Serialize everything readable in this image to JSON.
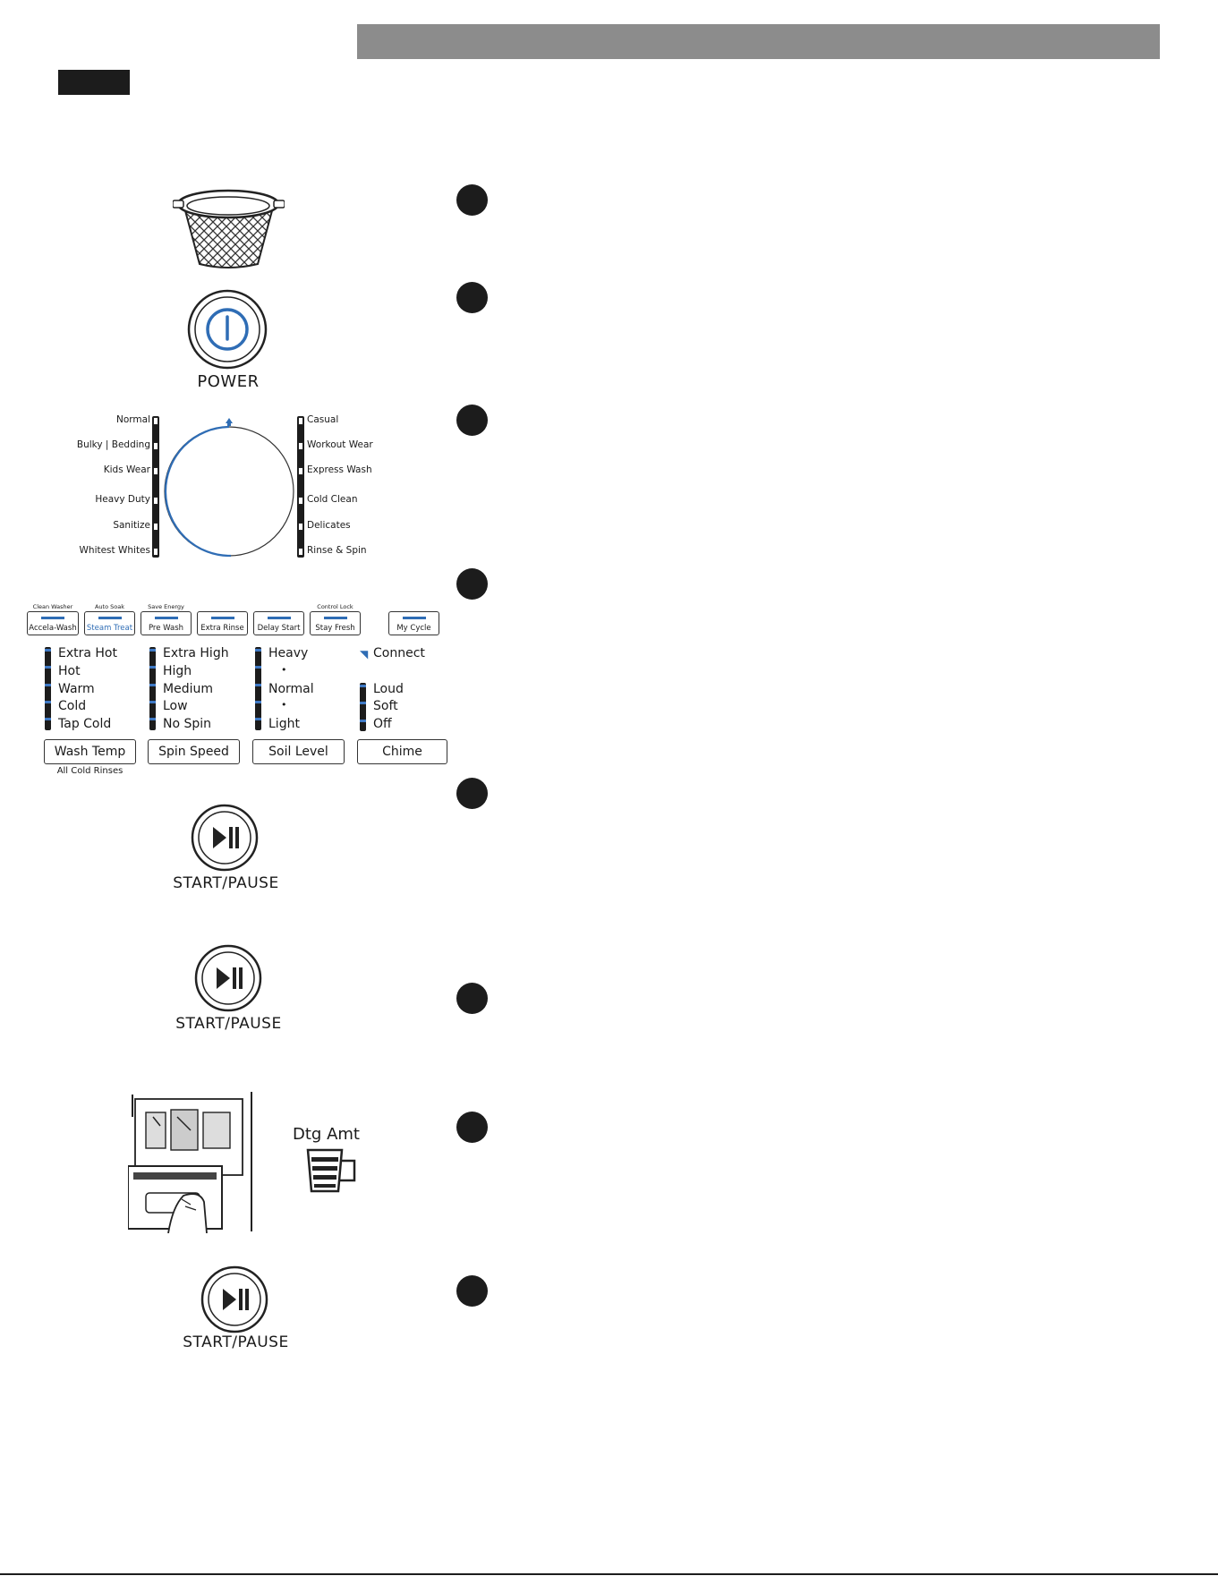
{
  "power": {
    "label": "POWER"
  },
  "cycles": {
    "left": [
      "Normal",
      "Bulky | Bedding",
      "Kids Wear",
      "Heavy Duty",
      "Sanitize",
      "Whitest Whites"
    ],
    "right": [
      "Casual",
      "Workout Wear",
      "Express Wash",
      "Cold Clean",
      "Delicates",
      "Rinse & Spin"
    ]
  },
  "options": [
    {
      "above": "Clean Washer",
      "label": "Accela-Wash"
    },
    {
      "above": "Auto Soak",
      "label": "Steam Treat"
    },
    {
      "above": "Save Energy",
      "label": "Pre Wash"
    },
    {
      "above": "",
      "label": "Extra Rinse"
    },
    {
      "above": "",
      "label": "Delay Start"
    },
    {
      "above": "Control Lock",
      "label": "Stay Fresh"
    },
    {
      "above": "",
      "label": "My Cycle"
    }
  ],
  "settings": {
    "wash_temp": {
      "items": [
        "Extra Hot",
        "Hot",
        "Warm",
        "Cold",
        "Tap Cold"
      ],
      "button": "Wash Temp",
      "note": "All Cold Rinses"
    },
    "spin_speed": {
      "items": [
        "Extra High",
        "High",
        "Medium",
        "Low",
        "No Spin"
      ],
      "button": "Spin Speed"
    },
    "soil_level": {
      "items": [
        "Heavy",
        "•",
        "Normal",
        "•",
        "Light"
      ],
      "button": "Soil Level"
    },
    "chime": {
      "connect": "Connect",
      "items": [
        "Loud",
        "Soft",
        "Off"
      ],
      "button": "Chime"
    }
  },
  "start_pause_label": "START/PAUSE",
  "detergent": {
    "label": "Dtg Amt"
  },
  "footer": {
    "text": ""
  },
  "colors": {
    "header": "#8c8c8c",
    "accent_blue": "#2f6db5",
    "ink": "#1c1c1c"
  }
}
